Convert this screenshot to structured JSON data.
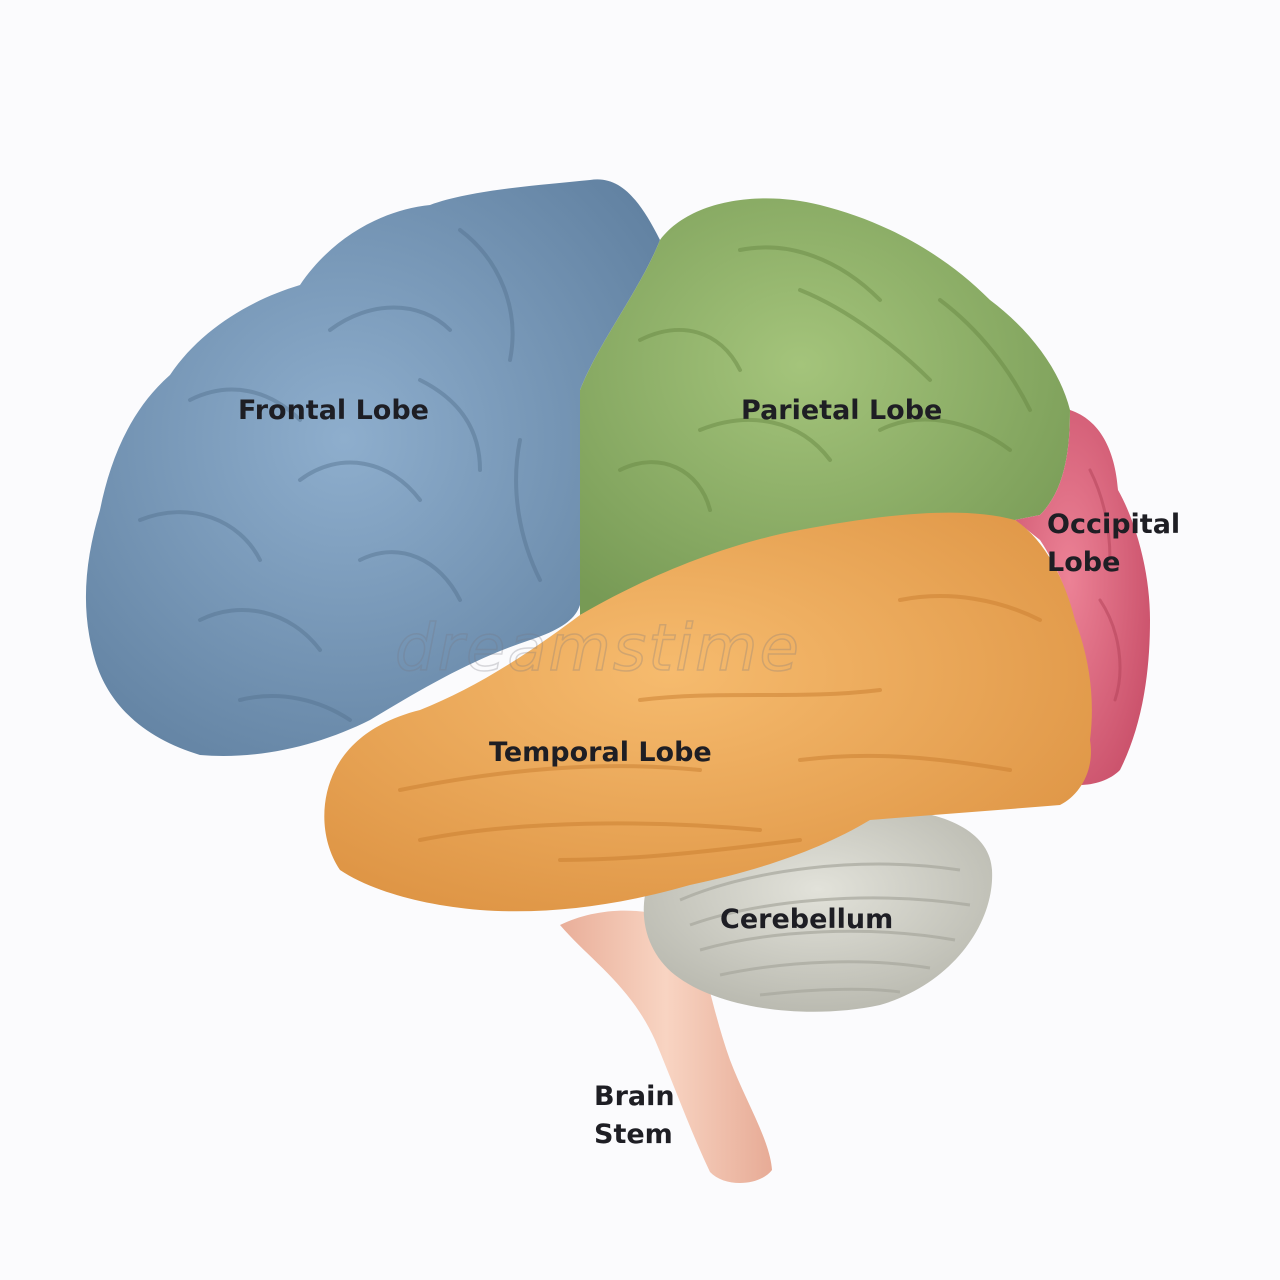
{
  "labels": {
    "frontal": "Frontal Lobe",
    "parietal": "Parietal Lobe",
    "occipital_line1": "Occipital",
    "occipital_line2": "Lobe",
    "temporal": "Temporal Lobe",
    "cerebellum": "Cerebellum",
    "brainstem_line1": "Brain",
    "brainstem_line2": "Stem"
  },
  "watermark": "dreamstime",
  "colors": {
    "frontal": "#7a9bbd",
    "parietal": "#93b56a",
    "occipital": "#e06a82",
    "temporal": "#efaa5c",
    "cerebellum": "#d8d8d0",
    "brainstem": "#f2c2ae",
    "background": "#fbfbfd"
  }
}
